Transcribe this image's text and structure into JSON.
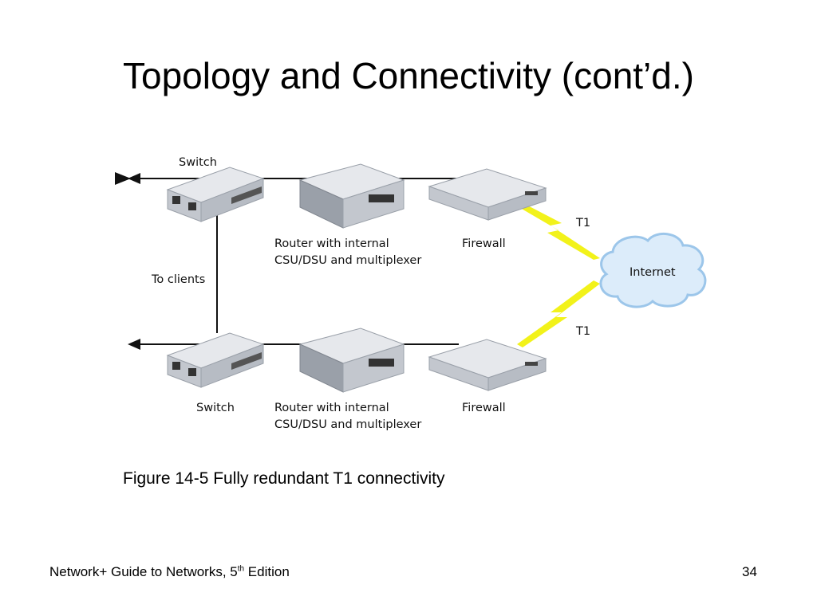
{
  "slide": {
    "title": "Topology and Connectivity (cont’d.)",
    "caption": "Figure 14-5 Fully redundant T1 connectivity",
    "footer_left_prefix": "Network+ Guide to Networks, 5",
    "footer_left_sup": "th",
    "footer_left_suffix": " Edition",
    "page_number": "34"
  },
  "diagram": {
    "labels": {
      "switch_top": "Switch",
      "router_top_1": "Router with internal",
      "router_top_2": "CSU/DSU and multiplexer",
      "firewall_top": "Firewall",
      "t1_top": "T1",
      "to_clients": "To clients",
      "internet": "Internet",
      "t1_bottom": "T1",
      "switch_bottom": "Switch",
      "router_bottom_1": "Router with internal",
      "router_bottom_2": "CSU/DSU and multiplexer",
      "firewall_bottom": "Firewall"
    },
    "colors": {
      "link_line": "#111111",
      "lightning": "#f2f21a",
      "cloud_fill": "#dcecfa",
      "cloud_stroke": "#9cc6ea",
      "device_top": "#e6e8ec",
      "device_side": "#b7bcc4",
      "device_front": "#9aa0a9"
    }
  }
}
